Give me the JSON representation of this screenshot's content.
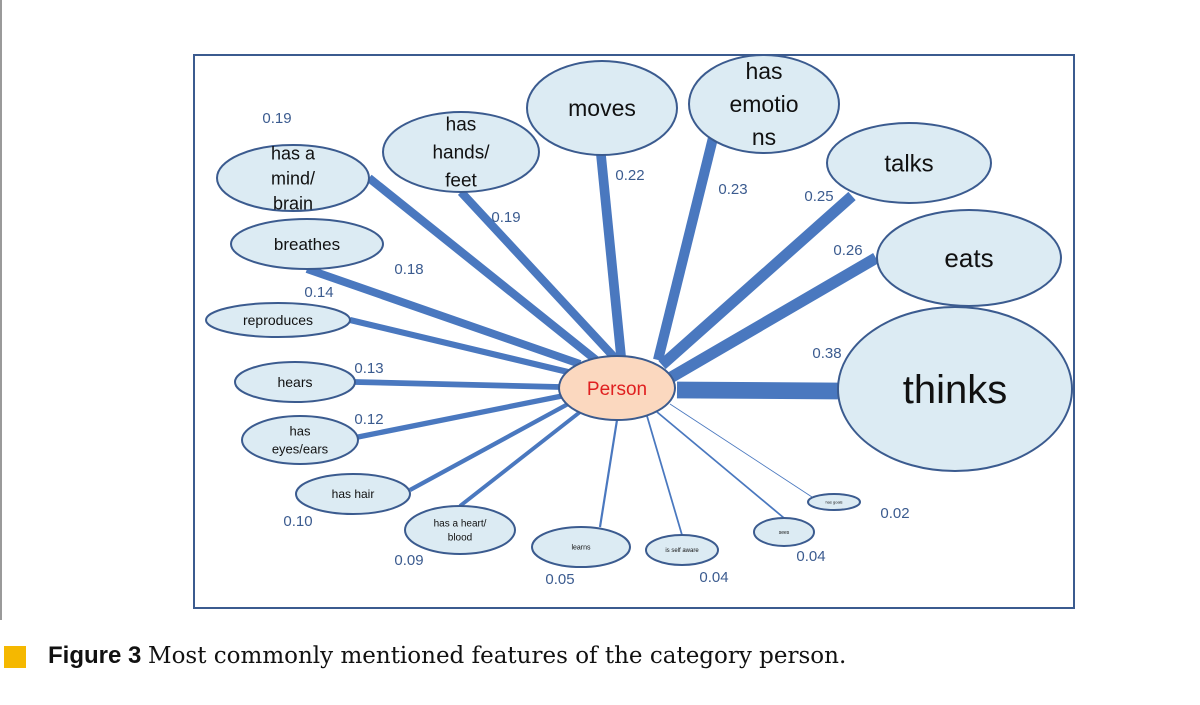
{
  "diagram": {
    "center": {
      "label": "Person"
    },
    "features": [
      {
        "id": "thinks",
        "label": [
          "thinks"
        ],
        "weight": "0.38"
      },
      {
        "id": "eats",
        "label": [
          "eats"
        ],
        "weight": "0.26"
      },
      {
        "id": "talks",
        "label": [
          "talks"
        ],
        "weight": "0.25"
      },
      {
        "id": "has-emotions",
        "label": [
          "has",
          "emotio",
          "ns"
        ],
        "weight": "0.23"
      },
      {
        "id": "moves",
        "label": [
          "moves"
        ],
        "weight": "0.22"
      },
      {
        "id": "has-hands-feet",
        "label": [
          "has",
          "hands/",
          "feet"
        ],
        "weight": "0.19"
      },
      {
        "id": "has-mind-brain",
        "label": [
          "has a",
          "mind/",
          "brain"
        ],
        "weight": "0.19"
      },
      {
        "id": "breathes",
        "label": [
          "breathes"
        ],
        "weight": "0.18"
      },
      {
        "id": "reproduces",
        "label": [
          "reproduces"
        ],
        "weight": "0.14"
      },
      {
        "id": "hears",
        "label": [
          "hears"
        ],
        "weight": "0.13"
      },
      {
        "id": "has-eyes-ears",
        "label": [
          "has",
          "eyes/ears"
        ],
        "weight": "0.12"
      },
      {
        "id": "has-hair",
        "label": [
          "has hair"
        ],
        "weight": "0.10"
      },
      {
        "id": "has-heart-blood",
        "label": [
          "has a heart/",
          "blood"
        ],
        "weight": "0.09"
      },
      {
        "id": "learns",
        "label": [
          "learns"
        ],
        "weight": "0.05"
      },
      {
        "id": "is-self-aware",
        "label": [
          "is self aware"
        ],
        "weight": "0.04"
      },
      {
        "id": "sees",
        "label": [
          "sees"
        ],
        "weight": "0.04"
      },
      {
        "id": "has-goals",
        "label": [
          "has goals"
        ],
        "weight": "0.02"
      }
    ],
    "colors": {
      "spoke": "#4a78bf",
      "node_fill": "#dcebf3",
      "node_stroke": "#3b5b8f",
      "center_fill": "#fbd8bf",
      "center_text": "#e02020",
      "weight_text": "#3b5b8f",
      "caption_marker": "#f5b800"
    }
  },
  "caption": {
    "label": "Figure 3",
    "text": "Most commonly mentioned features of the category person."
  }
}
